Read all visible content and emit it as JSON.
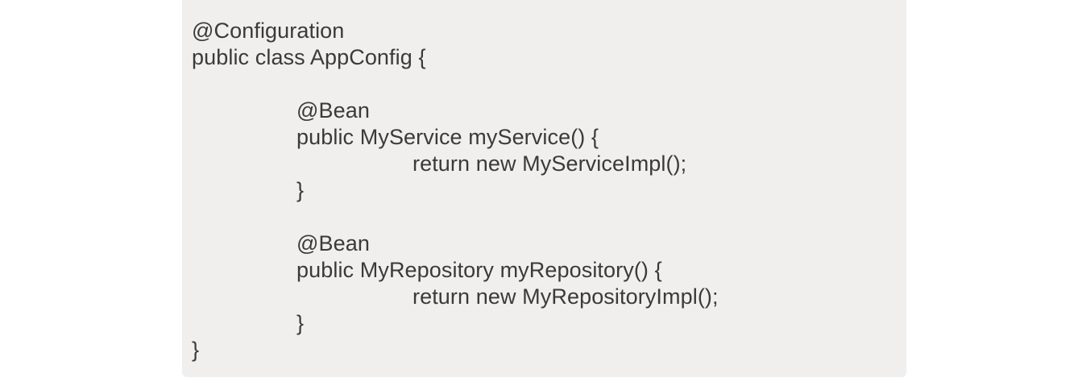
{
  "figure": {
    "kind": "code-listing",
    "language": "java",
    "panel_background": "#f0efed",
    "page_background": "#ffffff",
    "text_color": "#3a3a38"
  },
  "code": {
    "lines": [
      {
        "indent": 0,
        "text": "@Configuration"
      },
      {
        "indent": 0,
        "text": "public class AppConfig {"
      },
      {
        "indent": 0,
        "text": ""
      },
      {
        "indent": 1,
        "text": "@Bean"
      },
      {
        "indent": 1,
        "text": "public MyService myService() {"
      },
      {
        "indent": 2,
        "text": "return new MyServiceImpl();"
      },
      {
        "indent": 1,
        "text": "}"
      },
      {
        "indent": 1,
        "text": ""
      },
      {
        "indent": 1,
        "text": "@Bean"
      },
      {
        "indent": 1,
        "text": "public MyRepository myRepository() {"
      },
      {
        "indent": 2,
        "text": "return new MyRepositoryImpl();"
      },
      {
        "indent": 1,
        "text": "}"
      },
      {
        "indent": 0,
        "text": "}"
      }
    ]
  }
}
